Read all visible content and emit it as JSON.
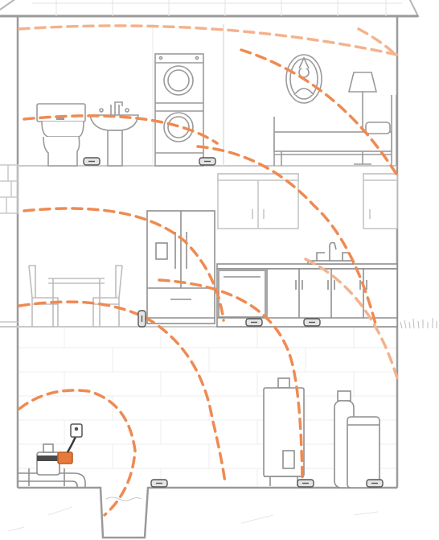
{
  "diagram": {
    "subject": "house-water-leak-sensor-coverage",
    "floors": [
      "upper-floor",
      "main-floor",
      "basement"
    ],
    "rooms": {
      "upper": [
        "bathroom",
        "laundry",
        "bedroom"
      ],
      "main": [
        "dining-room",
        "kitchen"
      ],
      "basement": [
        "utility-room"
      ]
    },
    "fixtures": [
      "toilet-icon",
      "sink-icon",
      "stacked-washer-dryer-icon",
      "portrait-frame-icon",
      "floor-lamp-icon",
      "bed-icon",
      "refrigerator-icon",
      "kitchen-cabinets-icon",
      "kitchen-sink-icon",
      "dishwasher-icon",
      "dining-table-icon",
      "dining-chair-icon",
      "water-heater-icon",
      "water-softener-icon",
      "water-main-shutoff-valve-icon",
      "wall-outlet-icon"
    ],
    "sensor_count": 8,
    "colors": {
      "line": "#c9c9c9",
      "wall": "#9a9a9a",
      "signal": "#ef8a52",
      "signal_light": "#f3b38d",
      "sensor_body": "#e4e4e4",
      "sensor_dark": "#555555",
      "valve": "#e8793a"
    }
  }
}
